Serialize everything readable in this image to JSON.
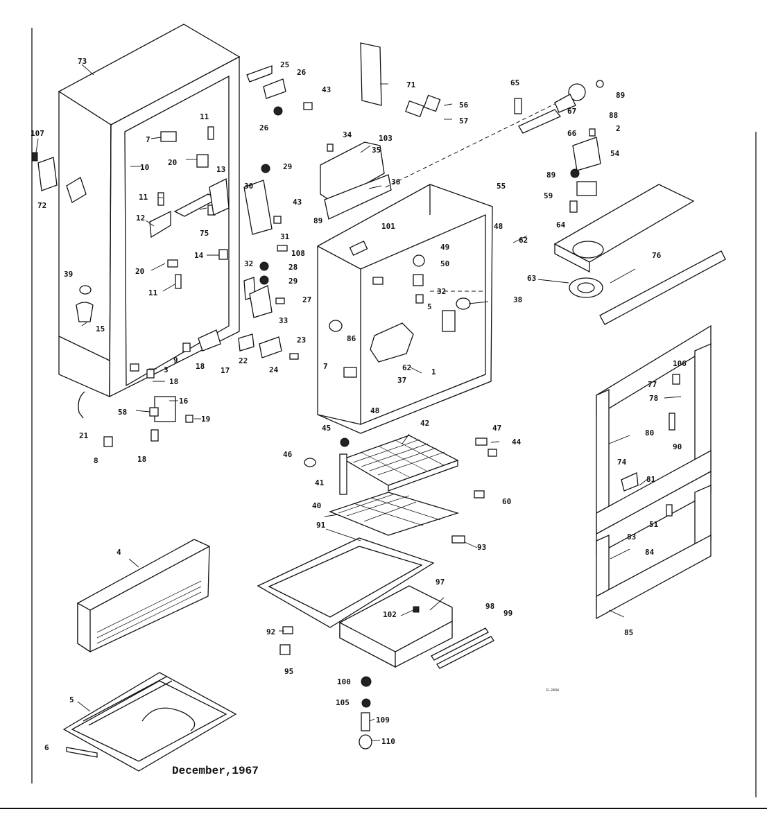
{
  "footer": {
    "date_caption": "December,1967"
  },
  "drawing_code": "R-2434",
  "callouts": [
    {
      "id": "c73",
      "text": "73"
    },
    {
      "id": "c107",
      "text": "107"
    },
    {
      "id": "c72",
      "text": "72"
    },
    {
      "id": "c10",
      "text": "10"
    },
    {
      "id": "c7a",
      "text": "7"
    },
    {
      "id": "c11a",
      "text": "11"
    },
    {
      "id": "c20a",
      "text": "20"
    },
    {
      "id": "c13",
      "text": "13"
    },
    {
      "id": "c11b",
      "text": "11"
    },
    {
      "id": "c12",
      "text": "12"
    },
    {
      "id": "c75",
      "text": "75"
    },
    {
      "id": "c14",
      "text": "14"
    },
    {
      "id": "c20b",
      "text": "20"
    },
    {
      "id": "c11c",
      "text": "11"
    },
    {
      "id": "c39",
      "text": "39"
    },
    {
      "id": "c15",
      "text": "15"
    },
    {
      "id": "c9",
      "text": "9"
    },
    {
      "id": "c3",
      "text": "3"
    },
    {
      "id": "c18a",
      "text": "18"
    },
    {
      "id": "c18b",
      "text": "18"
    },
    {
      "id": "c17",
      "text": "17"
    },
    {
      "id": "c16",
      "text": "16"
    },
    {
      "id": "c58",
      "text": "58"
    },
    {
      "id": "c19",
      "text": "19"
    },
    {
      "id": "c18c",
      "text": "18"
    },
    {
      "id": "c21",
      "text": "21"
    },
    {
      "id": "c8",
      "text": "8"
    },
    {
      "id": "c25",
      "text": "25"
    },
    {
      "id": "c26a",
      "text": "26"
    },
    {
      "id": "c43a",
      "text": "43"
    },
    {
      "id": "c26b",
      "text": "26"
    },
    {
      "id": "c29a",
      "text": "29"
    },
    {
      "id": "c30",
      "text": "30"
    },
    {
      "id": "c43b",
      "text": "43"
    },
    {
      "id": "c31",
      "text": "31"
    },
    {
      "id": "c108",
      "text": "108"
    },
    {
      "id": "c32a",
      "text": "32"
    },
    {
      "id": "c28",
      "text": "28"
    },
    {
      "id": "c29b",
      "text": "29"
    },
    {
      "id": "c27",
      "text": "27"
    },
    {
      "id": "c33",
      "text": "33"
    },
    {
      "id": "c23",
      "text": "23"
    },
    {
      "id": "c22",
      "text": "22"
    },
    {
      "id": "c24",
      "text": "24"
    },
    {
      "id": "c71",
      "text": "71"
    },
    {
      "id": "c56",
      "text": "56"
    },
    {
      "id": "c57",
      "text": "57"
    },
    {
      "id": "c34",
      "text": "34"
    },
    {
      "id": "c103",
      "text": "103"
    },
    {
      "id": "c35",
      "text": "35"
    },
    {
      "id": "c36",
      "text": "36"
    },
    {
      "id": "c89a",
      "text": "89"
    },
    {
      "id": "c101",
      "text": "101"
    },
    {
      "id": "c55",
      "text": "55"
    },
    {
      "id": "c48a",
      "text": "48"
    },
    {
      "id": "c49",
      "text": "49"
    },
    {
      "id": "c50a",
      "text": "50"
    },
    {
      "id": "c32b",
      "text": "32"
    },
    {
      "id": "c38",
      "text": "38"
    },
    {
      "id": "c5a",
      "text": "5"
    },
    {
      "id": "c86",
      "text": "86"
    },
    {
      "id": "c62a",
      "text": "62"
    },
    {
      "id": "c37",
      "text": "37"
    },
    {
      "id": "c1",
      "text": "1"
    },
    {
      "id": "c7b",
      "text": "7"
    },
    {
      "id": "c48b",
      "text": "48"
    },
    {
      "id": "c65",
      "text": "65"
    },
    {
      "id": "c67",
      "text": "67"
    },
    {
      "id": "c88",
      "text": "88"
    },
    {
      "id": "c89b",
      "text": "89"
    },
    {
      "id": "c66",
      "text": "66"
    },
    {
      "id": "c2",
      "text": "2"
    },
    {
      "id": "c54",
      "text": "54"
    },
    {
      "id": "c89c",
      "text": "89"
    },
    {
      "id": "c59",
      "text": "59"
    },
    {
      "id": "c64",
      "text": "64"
    },
    {
      "id": "c62b",
      "text": "62"
    },
    {
      "id": "c76",
      "text": "76"
    },
    {
      "id": "c63",
      "text": "63"
    },
    {
      "id": "c106",
      "text": "106"
    },
    {
      "id": "c77",
      "text": "77"
    },
    {
      "id": "c78",
      "text": "78"
    },
    {
      "id": "c80",
      "text": "80"
    },
    {
      "id": "c90",
      "text": "90"
    },
    {
      "id": "c74",
      "text": "74"
    },
    {
      "id": "c81",
      "text": "81"
    },
    {
      "id": "c51",
      "text": "51"
    },
    {
      "id": "c83",
      "text": "83"
    },
    {
      "id": "c84",
      "text": "84"
    },
    {
      "id": "c85",
      "text": "85"
    },
    {
      "id": "c45",
      "text": "45"
    },
    {
      "id": "c42",
      "text": "42"
    },
    {
      "id": "c47",
      "text": "47"
    },
    {
      "id": "c44",
      "text": "44"
    },
    {
      "id": "c46",
      "text": "46"
    },
    {
      "id": "c41",
      "text": "41"
    },
    {
      "id": "c60",
      "text": "60"
    },
    {
      "id": "c40",
      "text": "40"
    },
    {
      "id": "c91",
      "text": "91"
    },
    {
      "id": "c93",
      "text": "93"
    },
    {
      "id": "c97",
      "text": "97"
    },
    {
      "id": "c102",
      "text": "102"
    },
    {
      "id": "c92",
      "text": "92"
    },
    {
      "id": "c98",
      "text": "98"
    },
    {
      "id": "c99",
      "text": "99"
    },
    {
      "id": "c95",
      "text": "95"
    },
    {
      "id": "c100",
      "text": "100"
    },
    {
      "id": "c105",
      "text": "105"
    },
    {
      "id": "c109",
      "text": "109"
    },
    {
      "id": "c110",
      "text": "110"
    },
    {
      "id": "c4",
      "text": "4"
    },
    {
      "id": "c5b",
      "text": "5"
    },
    {
      "id": "c6",
      "text": "6"
    }
  ]
}
